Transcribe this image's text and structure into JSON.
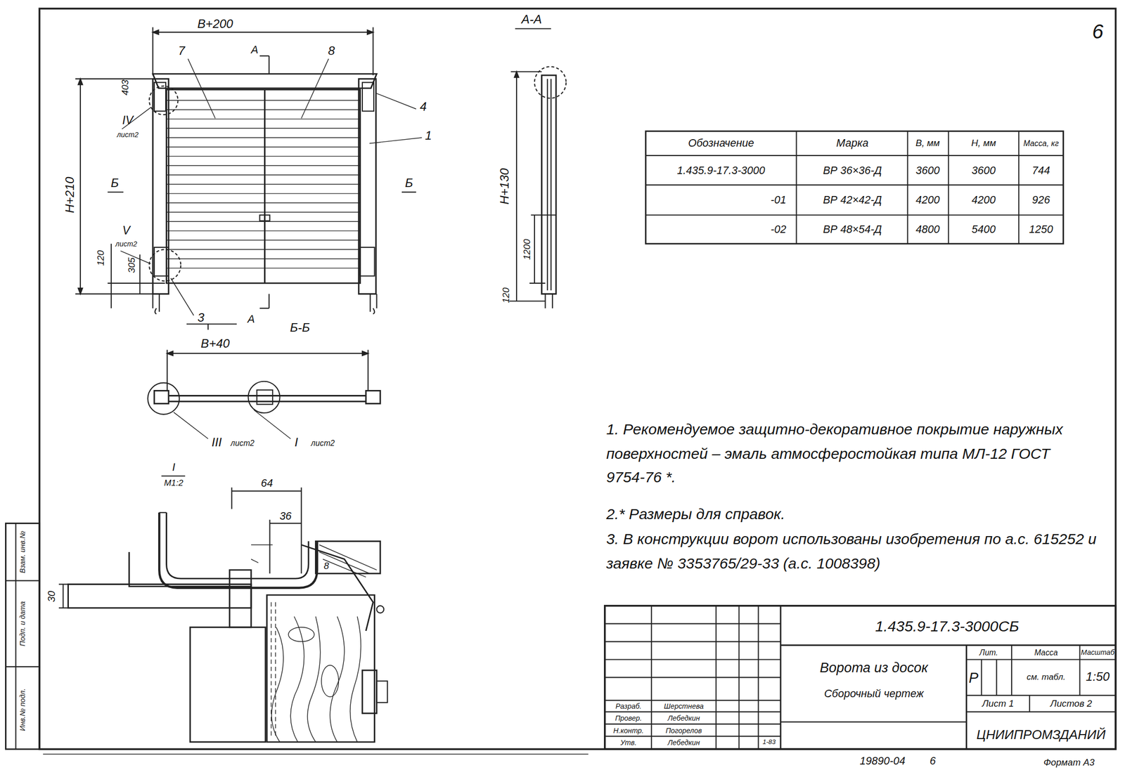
{
  "diagram": {
    "labels": [
      "6",
      "В+200",
      "7",
      "А",
      "8",
      "4",
      "1",
      "403",
      "IV",
      "лист2",
      "Б",
      "Б",
      "Н+210",
      "V",
      "лист2",
      "120",
      "305",
      "3",
      "А",
      "Б-Б",
      "В+40",
      "III",
      "лист2",
      "I",
      "лист2",
      "I",
      "М1:2",
      "64",
      "36",
      "30",
      "8",
      "А-А",
      "Н+130",
      "1200",
      "120",
      "Обозначение",
      "Марка",
      "В, мм",
      "Н, мм",
      "Масса, кг",
      "1.435.9-17.3-3000",
      "ВР 36×36-Д",
      "3600",
      "3600",
      "744",
      "-01",
      "ВР 42×42-Д",
      "4200",
      "4200",
      "926",
      "-02",
      "ВР 48×54-Д",
      "4800",
      "5400",
      "1250",
      "1. Рекомендуемое защитно-декоративное покрытие наружных поверхностей – эмаль атмосферостойкая типа МЛ-12 ГОСТ 9754-76 *.",
      "2.* Размеры для справок.",
      "3. В конструкции ворот использованы изобретения по а.с. 615252 и заявке № 3353765/29-33 (а.с. 1008398)",
      "1.435.9-17.3-3000СБ",
      "Ворота из досок",
      "Сборочный чертеж",
      "Лит.",
      "Масса",
      "Масштаб",
      "Р",
      "см. табл.",
      "1:50",
      "Лист 1",
      "Листов 2",
      "ЦНИИПРОМЗДАНИЙ",
      "Разраб.",
      "Шерстнева",
      "Провер.",
      "Лебедкин",
      "Н.контр.",
      "Погорелов",
      "Утв.",
      "Лебедкин",
      "1-83",
      "19890-04",
      "6",
      "Формат А3",
      "Инв.№ подл.",
      "Подп. и дата",
      "Взам. инв.№"
    ]
  }
}
